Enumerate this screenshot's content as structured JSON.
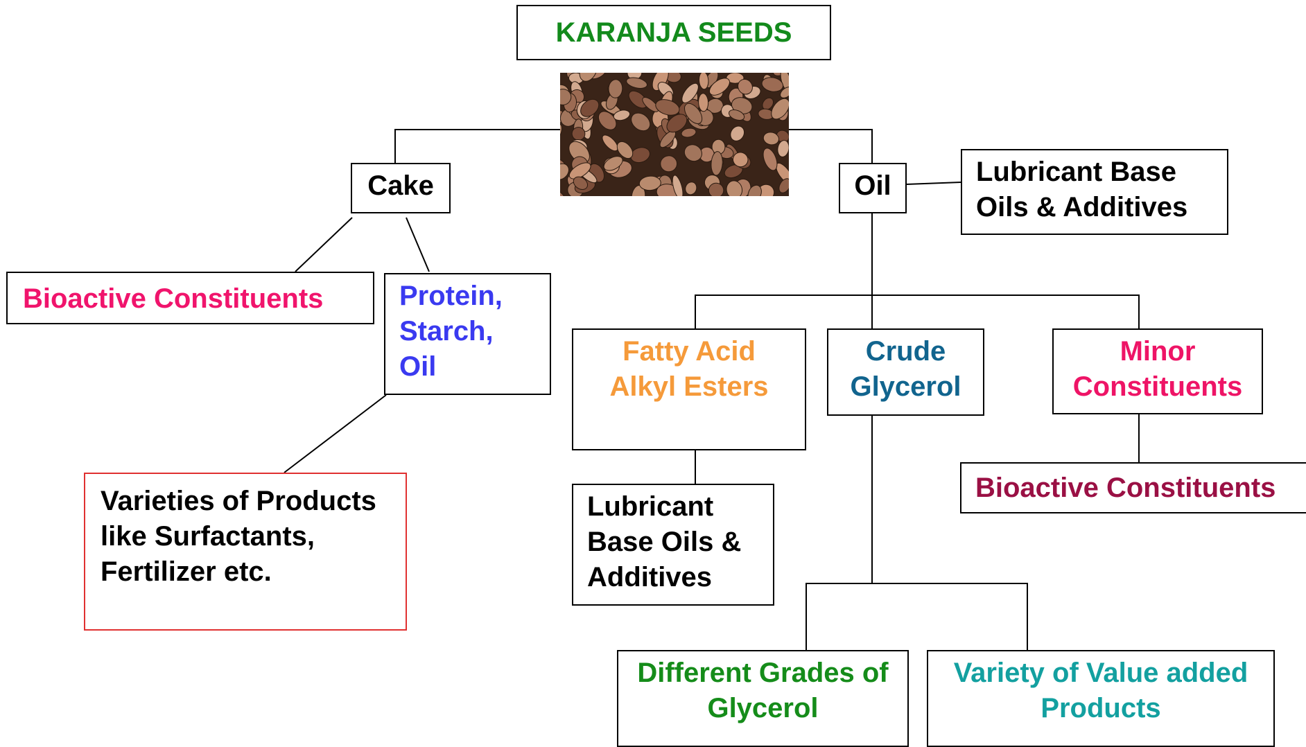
{
  "title": "KARANJA SEEDS",
  "nodes": {
    "cake": "Cake",
    "oil": "Oil",
    "oil_lubricant": "Lubricant Base Oils & Additives",
    "cake_bioactive": "Bioactive Constituents",
    "cake_protein": "Protein, Starch, Oil",
    "cake_products": "Varieties of Products like Surfactants, Fertilizer etc.",
    "fatty_acid": "Fatty Acid Alkyl Esters",
    "crude_glycerol": "Crude Glycerol",
    "minor": "Minor Constituents",
    "fame_lubricant": "Lubricant Base Oils & Additives",
    "minor_bioactive": "Bioactive Constituents",
    "glycerol_grades": "Different Grades of Glycerol",
    "value_added": "Variety of Value added Products"
  },
  "colors": {
    "title": "#138a1c",
    "bioactive_cake": "#f0146c",
    "protein": "#3a3af0",
    "fatty_acid": "#f59a3a",
    "crude_glycerol": "#11648e",
    "minor": "#ee1466",
    "minor_bioactive": "#9a1044",
    "glycerol_grades": "#158c1a",
    "value_added": "#13a0a0",
    "default_text": "#000000",
    "seed_dark": "#3a2418",
    "seed_light": "#c99577"
  },
  "icons": {
    "seeds": "karanja-seeds-image"
  }
}
